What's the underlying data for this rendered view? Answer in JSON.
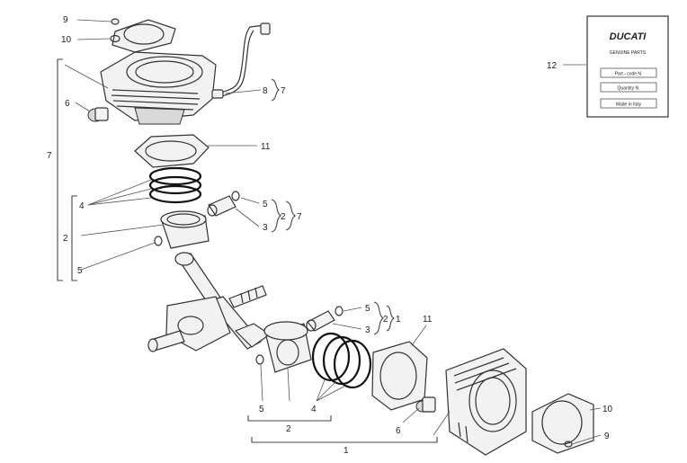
{
  "labels": {
    "n1": "1",
    "n2": "2",
    "n3": "3",
    "n4": "4",
    "n5": "5",
    "n6": "6",
    "n7": "7",
    "n8": "8",
    "n9": "9",
    "n10": "10",
    "n11": "11",
    "n12": "12"
  },
  "card": {
    "brand": "DUCATI",
    "subtitle": "GENUINE PARTS",
    "field_part": "Part - code N.",
    "field_qty": "Quantity N.",
    "made_in": "Made in Italy"
  },
  "colors": {
    "line": "#333333",
    "ring": "#111111",
    "fill": "#f2f2f2"
  }
}
